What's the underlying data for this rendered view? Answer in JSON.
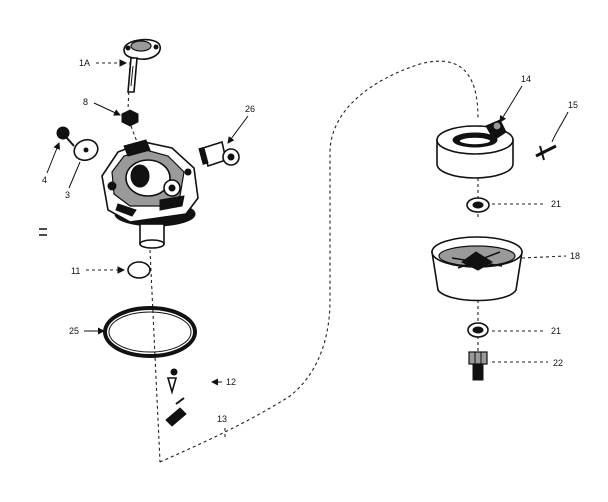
{
  "diagram": {
    "callouts": [
      "1A",
      "8",
      "26",
      "4",
      "3",
      "11",
      "25",
      "12",
      "13",
      "14",
      "15",
      "21",
      "18",
      "21",
      "22"
    ]
  }
}
